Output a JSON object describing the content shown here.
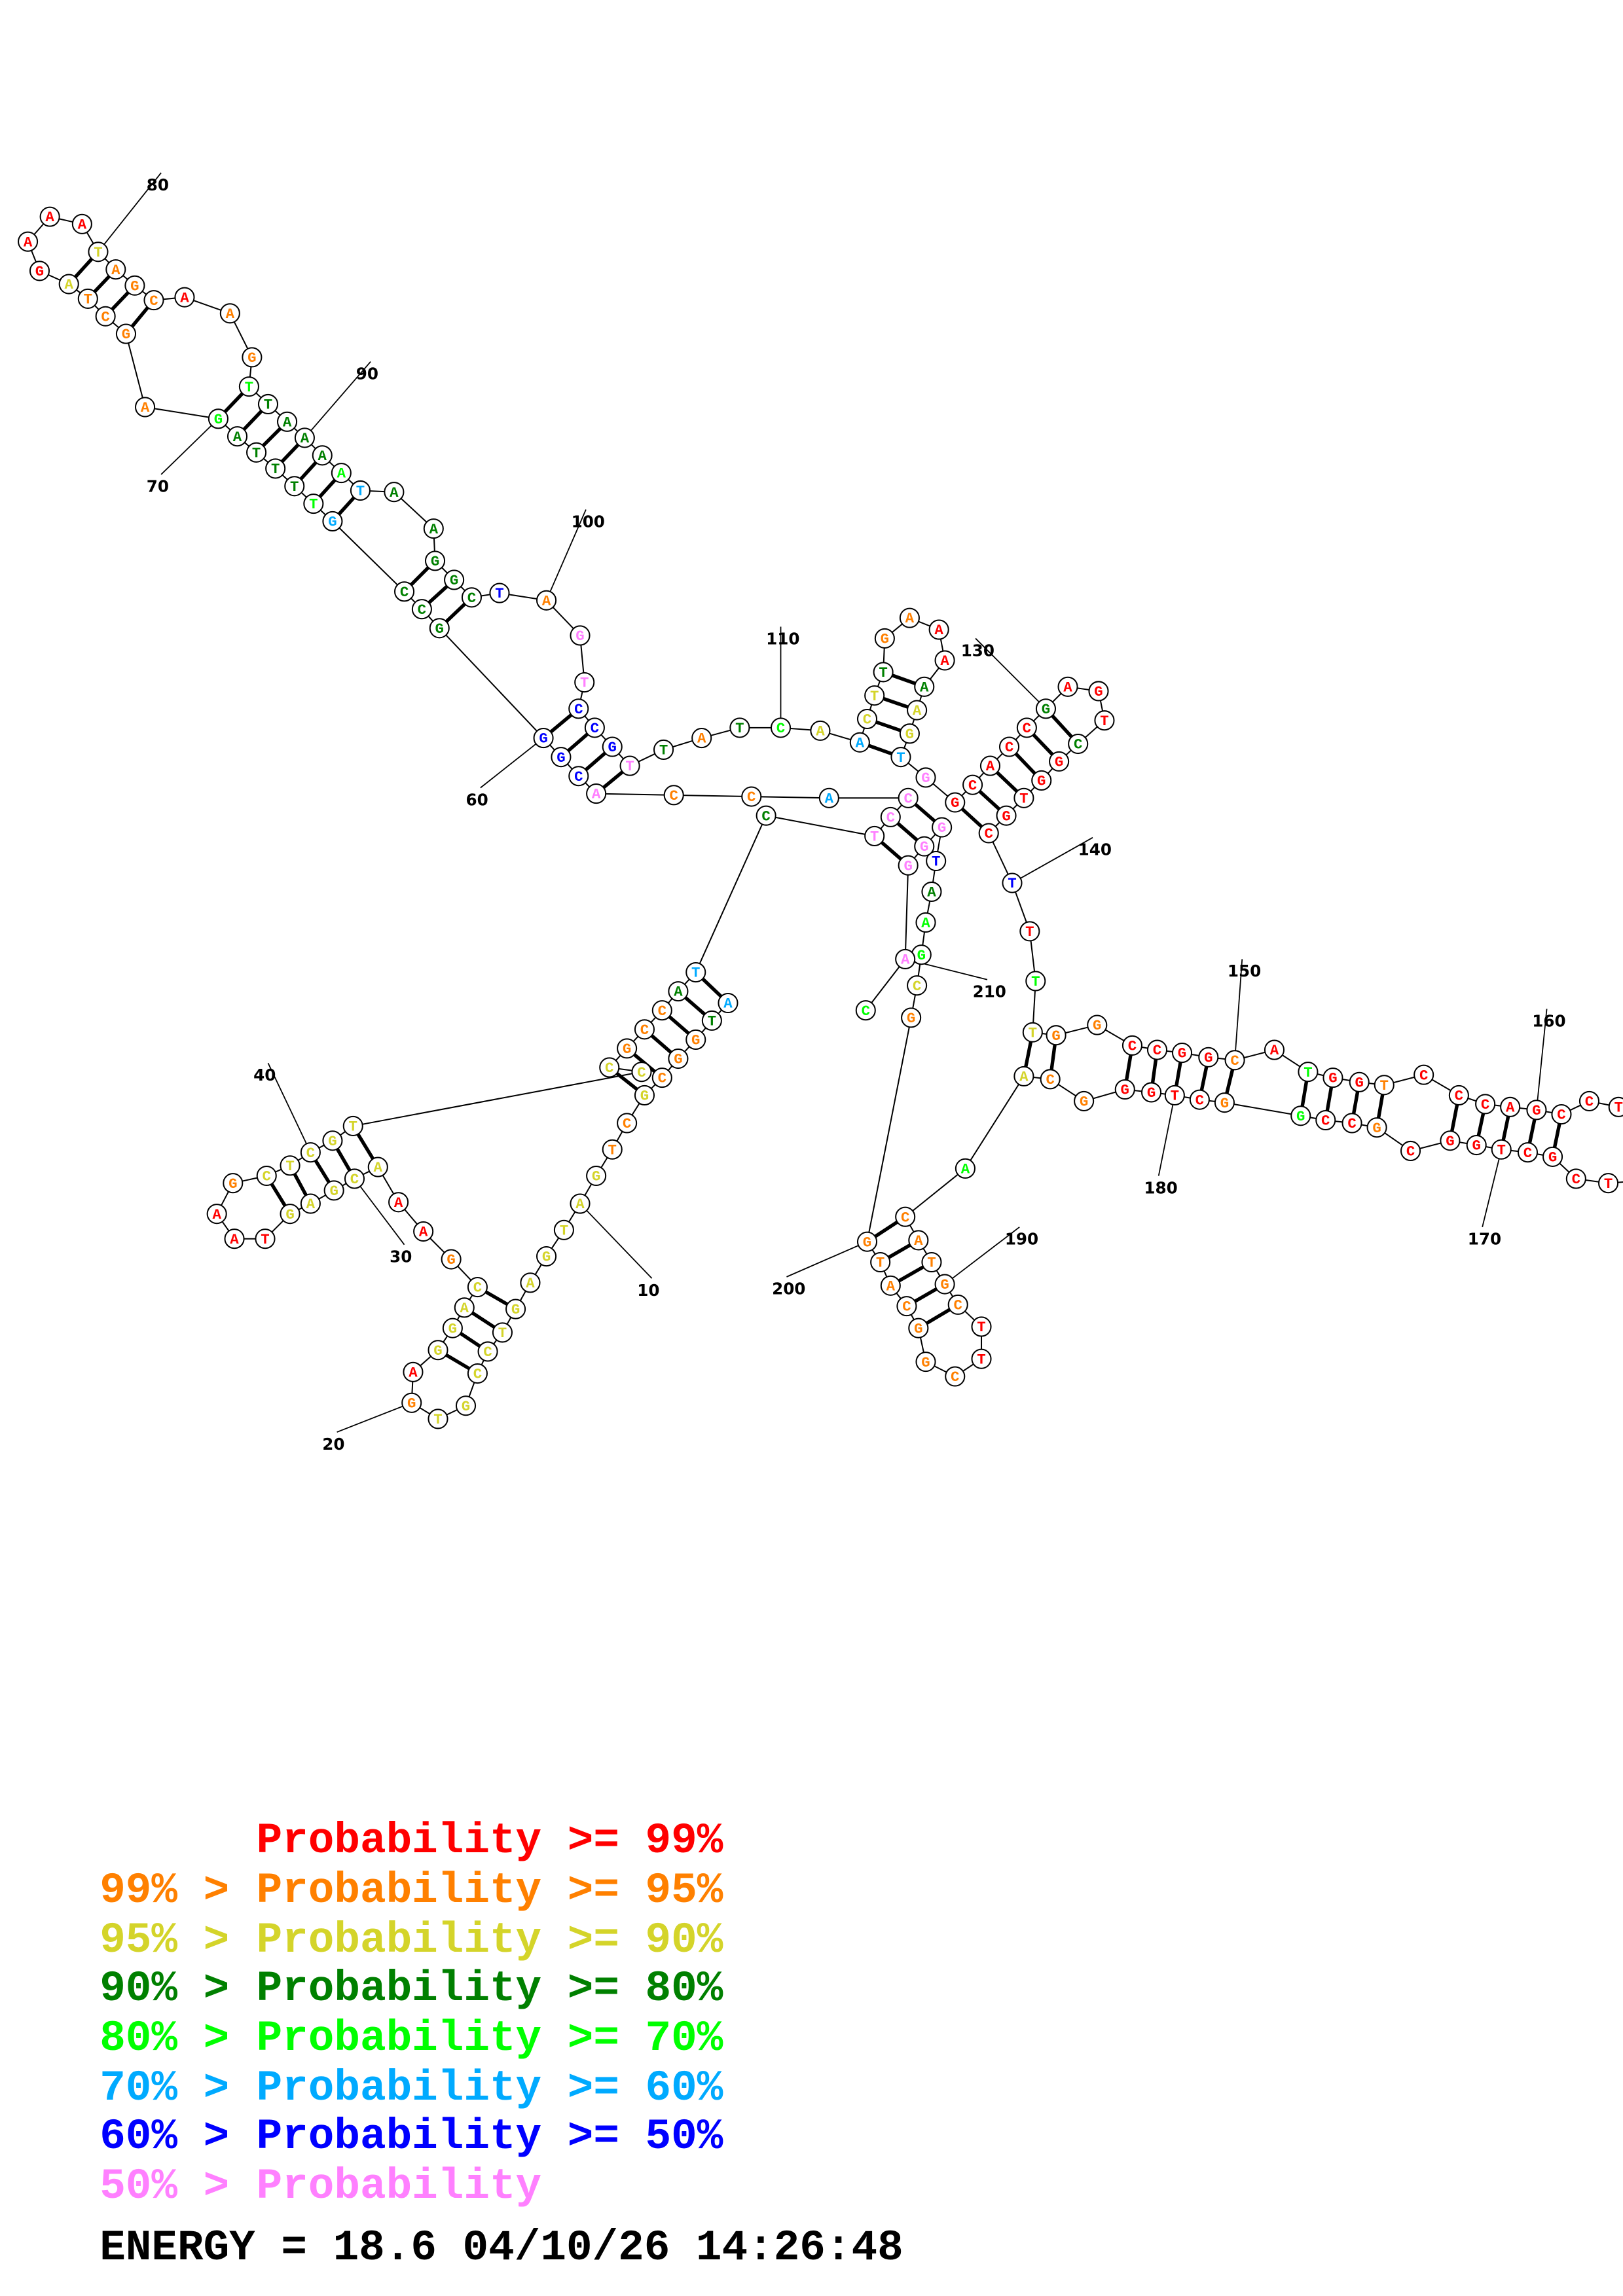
{
  "colors": {
    "r": "#ff0000",
    "o": "#ff8000",
    "y": "#d4d42a",
    "g": "#008000",
    "l": "#00ff00",
    "c": "#00aaff",
    "b": "#0000ff",
    "p": "#ff80ff"
  },
  "sequence": [
    [
      "A",
      "c"
    ],
    [
      "T",
      "g"
    ],
    [
      "G",
      "o"
    ],
    [
      "G",
      "o"
    ],
    [
      "C",
      "o"
    ],
    [
      "G",
      "y"
    ],
    [
      "C",
      "o"
    ],
    [
      "T",
      "o"
    ],
    [
      "G",
      "y"
    ],
    [
      "A",
      "y"
    ],
    [
      "T",
      "y"
    ],
    [
      "G",
      "y"
    ],
    [
      "A",
      "y"
    ],
    [
      "G",
      "y"
    ],
    [
      "T",
      "y"
    ],
    [
      "C",
      "y"
    ],
    [
      "C",
      "y"
    ],
    [
      "G",
      "y"
    ],
    [
      "T",
      "y"
    ],
    [
      "G",
      "o"
    ],
    [
      "A",
      "r"
    ],
    [
      "G",
      "y"
    ],
    [
      "G",
      "y"
    ],
    [
      "A",
      "y"
    ],
    [
      "C",
      "y"
    ],
    [
      "G",
      "o"
    ],
    [
      "A",
      "r"
    ],
    [
      "A",
      "r"
    ],
    [
      "A",
      "y"
    ],
    [
      "C",
      "y"
    ],
    [
      "G",
      "y"
    ],
    [
      "A",
      "y"
    ],
    [
      "G",
      "y"
    ],
    [
      "T",
      "r"
    ],
    [
      "A",
      "r"
    ],
    [
      "A",
      "r"
    ],
    [
      "G",
      "o"
    ],
    [
      "C",
      "y"
    ],
    [
      "T",
      "y"
    ],
    [
      "C",
      "y"
    ],
    [
      "G",
      "y"
    ],
    [
      "T",
      "y"
    ],
    [
      "C",
      "y"
    ],
    [
      "C",
      "y"
    ],
    [
      "G",
      "o"
    ],
    [
      "C",
      "o"
    ],
    [
      "C",
      "o"
    ],
    [
      "A",
      "g"
    ],
    [
      "T",
      "c"
    ],
    [
      "C",
      "g"
    ],
    [
      "T",
      "p"
    ],
    [
      "C",
      "p"
    ],
    [
      "C",
      "p"
    ],
    [
      "A",
      "c"
    ],
    [
      "C",
      "o"
    ],
    [
      "C",
      "o"
    ],
    [
      "A",
      "p"
    ],
    [
      "C",
      "b"
    ],
    [
      "G",
      "b"
    ],
    [
      "G",
      "b"
    ],
    [
      "G",
      "g"
    ],
    [
      "C",
      "g"
    ],
    [
      "C",
      "g"
    ],
    [
      "G",
      "c"
    ],
    [
      "T",
      "l"
    ],
    [
      "T",
      "g"
    ],
    [
      "T",
      "g"
    ],
    [
      "T",
      "g"
    ],
    [
      "A",
      "g"
    ],
    [
      "G",
      "l"
    ],
    [
      "A",
      "o"
    ],
    [
      "G",
      "o"
    ],
    [
      "C",
      "o"
    ],
    [
      "T",
      "o"
    ],
    [
      "A",
      "y"
    ],
    [
      "G",
      "r"
    ],
    [
      "A",
      "r"
    ],
    [
      "A",
      "r"
    ],
    [
      "A",
      "r"
    ],
    [
      "T",
      "y"
    ],
    [
      "A",
      "o"
    ],
    [
      "G",
      "o"
    ],
    [
      "C",
      "o"
    ],
    [
      "A",
      "r"
    ],
    [
      "A",
      "o"
    ],
    [
      "G",
      "o"
    ],
    [
      "T",
      "l"
    ],
    [
      "T",
      "g"
    ],
    [
      "A",
      "g"
    ],
    [
      "A",
      "g"
    ],
    [
      "A",
      "g"
    ],
    [
      "A",
      "l"
    ],
    [
      "T",
      "c"
    ],
    [
      "A",
      "g"
    ],
    [
      "A",
      "g"
    ],
    [
      "G",
      "g"
    ],
    [
      "G",
      "g"
    ],
    [
      "C",
      "g"
    ],
    [
      "T",
      "b"
    ],
    [
      "A",
      "o"
    ],
    [
      "G",
      "p"
    ],
    [
      "T",
      "p"
    ],
    [
      "C",
      "b"
    ],
    [
      "C",
      "b"
    ],
    [
      "G",
      "b"
    ],
    [
      "T",
      "p"
    ],
    [
      "T",
      "g"
    ],
    [
      "A",
      "o"
    ],
    [
      "T",
      "g"
    ],
    [
      "C",
      "l"
    ],
    [
      "A",
      "y"
    ],
    [
      "A",
      "c"
    ],
    [
      "C",
      "y"
    ],
    [
      "T",
      "y"
    ],
    [
      "T",
      "g"
    ],
    [
      "G",
      "o"
    ],
    [
      "A",
      "o"
    ],
    [
      "A",
      "r"
    ],
    [
      "A",
      "r"
    ],
    [
      "A",
      "g"
    ],
    [
      "A",
      "y"
    ],
    [
      "G",
      "y"
    ],
    [
      "T",
      "c"
    ],
    [
      "G",
      "p"
    ],
    [
      "G",
      "r"
    ],
    [
      "C",
      "r"
    ],
    [
      "A",
      "r"
    ],
    [
      "C",
      "r"
    ],
    [
      "C",
      "r"
    ],
    [
      "G",
      "g"
    ],
    [
      "A",
      "r"
    ],
    [
      "G",
      "r"
    ],
    [
      "T",
      "r"
    ],
    [
      "C",
      "g"
    ],
    [
      "G",
      "r"
    ],
    [
      "G",
      "r"
    ],
    [
      "T",
      "r"
    ],
    [
      "G",
      "r"
    ],
    [
      "C",
      "r"
    ],
    [
      "T",
      "b"
    ],
    [
      "T",
      "r"
    ],
    [
      "T",
      "l"
    ],
    [
      "T",
      "y"
    ],
    [
      "G",
      "o"
    ],
    [
      "G",
      "o"
    ],
    [
      "C",
      "r"
    ],
    [
      "C",
      "r"
    ],
    [
      "G",
      "r"
    ],
    [
      "G",
      "r"
    ],
    [
      "C",
      "o"
    ],
    [
      "A",
      "r"
    ],
    [
      "T",
      "l"
    ],
    [
      "G",
      "r"
    ],
    [
      "G",
      "r"
    ],
    [
      "T",
      "o"
    ],
    [
      "C",
      "r"
    ],
    [
      "C",
      "r"
    ],
    [
      "C",
      "r"
    ],
    [
      "A",
      "r"
    ],
    [
      "G",
      "r"
    ],
    [
      "C",
      "r"
    ],
    [
      "C",
      "r"
    ],
    [
      "T",
      "r"
    ],
    null,
    null,
    [
      "T",
      "r"
    ],
    [
      "C",
      "r"
    ],
    [
      "G",
      "r"
    ],
    [
      "C",
      "r"
    ],
    [
      "T",
      "r"
    ],
    [
      "G",
      "r"
    ],
    [
      "G",
      "r"
    ],
    [
      "C",
      "r"
    ],
    [
      "G",
      "o"
    ],
    [
      "C",
      "r"
    ],
    [
      "C",
      "r"
    ],
    [
      "G",
      "l"
    ],
    [
      "G",
      "o"
    ],
    [
      "C",
      "r"
    ],
    [
      "T",
      "r"
    ],
    [
      "G",
      "r"
    ],
    [
      "G",
      "r"
    ],
    [
      "G",
      "o"
    ],
    [
      "C",
      "o"
    ],
    [
      "A",
      "y"
    ],
    [
      "A",
      "l"
    ],
    [
      "C",
      "o"
    ],
    [
      "A",
      "o"
    ],
    [
      "T",
      "o"
    ],
    [
      "G",
      "o"
    ],
    [
      "C",
      "o"
    ],
    [
      "T",
      "r"
    ],
    [
      "T",
      "r"
    ],
    [
      "C",
      "o"
    ],
    [
      "G",
      "o"
    ],
    [
      "G",
      "o"
    ],
    [
      "C",
      "o"
    ],
    [
      "A",
      "o"
    ],
    [
      "T",
      "o"
    ],
    [
      "G",
      "o"
    ],
    [
      "G",
      "o"
    ],
    [
      "C",
      "y"
    ],
    [
      "G",
      "l"
    ],
    [
      "A",
      "l"
    ],
    [
      "A",
      "g"
    ],
    [
      "T",
      "b"
    ],
    [
      "G",
      "p"
    ],
    [
      "G",
      "p"
    ],
    [
      "G",
      "p"
    ],
    [
      "A",
      "p"
    ],
    [
      "C",
      "l"
    ]
  ],
  "pairs": [
    [
      1,
      49
    ],
    [
      2,
      48
    ],
    [
      3,
      47
    ],
    [
      4,
      46
    ],
    [
      5,
      45
    ],
    [
      6,
      44
    ],
    [
      14,
      25
    ],
    [
      15,
      24
    ],
    [
      16,
      23
    ],
    [
      17,
      22
    ],
    [
      29,
      42
    ],
    [
      30,
      41
    ],
    [
      31,
      40
    ],
    [
      32,
      39
    ],
    [
      33,
      38
    ],
    [
      57,
      106
    ],
    [
      58,
      105
    ],
    [
      59,
      104
    ],
    [
      60,
      103
    ],
    [
      61,
      98
    ],
    [
      62,
      97
    ],
    [
      63,
      96
    ],
    [
      64,
      93
    ],
    [
      65,
      92
    ],
    [
      66,
      91
    ],
    [
      67,
      90
    ],
    [
      68,
      89
    ],
    [
      69,
      88
    ],
    [
      70,
      87
    ],
    [
      72,
      83
    ],
    [
      73,
      82
    ],
    [
      74,
      81
    ],
    [
      75,
      80
    ],
    [
      112,
      123
    ],
    [
      113,
      122
    ],
    [
      114,
      121
    ],
    [
      115,
      120
    ],
    [
      125,
      139
    ],
    [
      126,
      138
    ],
    [
      127,
      137
    ],
    [
      128,
      136
    ],
    [
      129,
      135
    ],
    [
      130,
      134
    ],
    [
      143,
      185
    ],
    [
      144,
      184
    ],
    [
      146,
      182
    ],
    [
      147,
      181
    ],
    [
      148,
      180
    ],
    [
      149,
      179
    ],
    [
      150,
      178
    ],
    [
      152,
      177
    ],
    [
      153,
      176
    ],
    [
      154,
      175
    ],
    [
      155,
      174
    ],
    [
      157,
      172
    ],
    [
      158,
      171
    ],
    [
      159,
      170
    ],
    [
      160,
      169
    ],
    [
      161,
      168
    ],
    [
      187,
      200
    ],
    [
      188,
      199
    ],
    [
      189,
      198
    ],
    [
      190,
      197
    ],
    [
      191,
      196
    ],
    [
      53,
      207
    ],
    [
      52,
      208
    ],
    [
      51,
      209
    ]
  ],
  "position_labels": [
    "10",
    "20",
    "30",
    "40",
    "60",
    "70",
    "80",
    "90",
    "100",
    "110",
    "130",
    "140",
    "150",
    "160",
    "170",
    "180",
    "190",
    "200",
    "210"
  ],
  "legend": [
    {
      "prefix": "",
      "text": "Probability >= 99%",
      "color": "#ff0000"
    },
    {
      "prefix": "99% >",
      "text": "Probability >= 95%",
      "color": "#ff8000"
    },
    {
      "prefix": "95% >",
      "text": "Probability >= 90%",
      "color": "#d4d42a"
    },
    {
      "prefix": "90% >",
      "text": "Probability >= 80%",
      "color": "#008000"
    },
    {
      "prefix": "80% >",
      "text": "Probability >= 70%",
      "color": "#00ff00"
    },
    {
      "prefix": "70% >",
      "text": "Probability >= 60%",
      "color": "#00aaff"
    },
    {
      "prefix": "60% >",
      "text": "Probability >= 50%",
      "color": "#0000ff"
    },
    {
      "prefix": "50% >",
      "text": "Probability",
      "color": "#ff80ff"
    }
  ],
  "footer": "ENERGY = 18.6  04/10/26 14:26:48"
}
